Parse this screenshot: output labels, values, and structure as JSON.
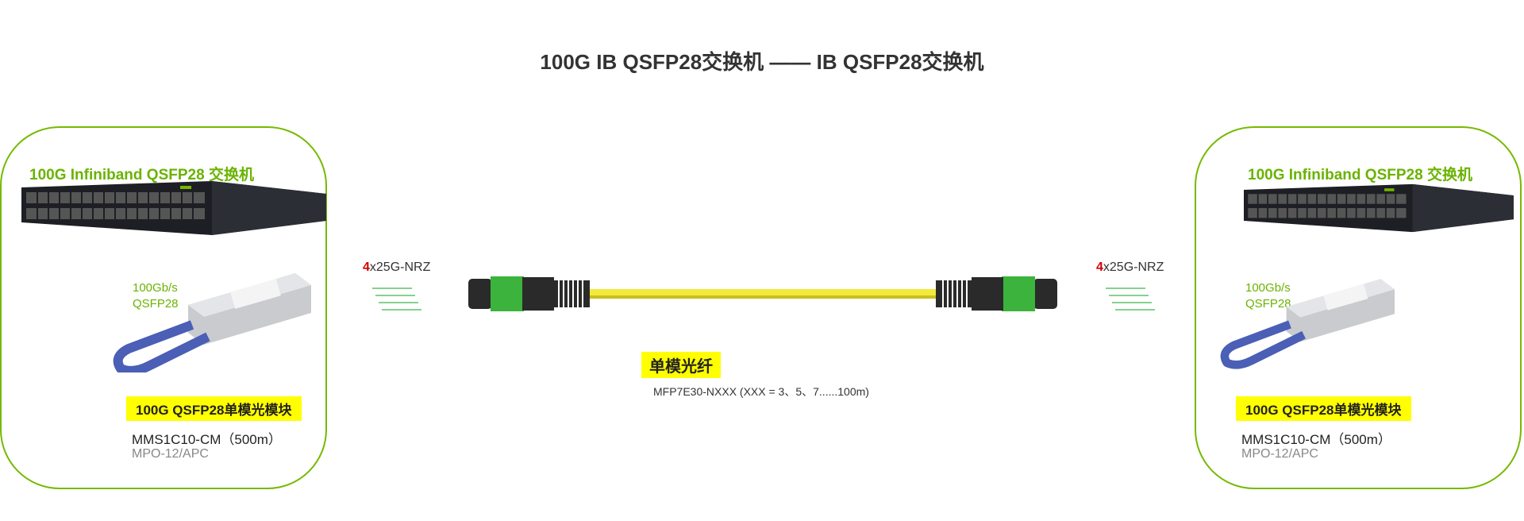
{
  "title": "100G IB QSFP28交换机 —— IB QSFP28交换机",
  "left": {
    "switch_title": "100G Infiniband QSFP28 交换机",
    "module_label_1": "100Gb/s",
    "module_label_2": "QSFP28",
    "module_title": "100G QSFP28单模光模块",
    "part_number": "MMS1C10-CM（500m）",
    "connector": "MPO-12/APC"
  },
  "right": {
    "switch_title": "100G Infiniband QSFP28 交换机",
    "module_label_1": "100Gb/s",
    "module_label_2": "QSFP28",
    "module_title": "100G QSFP28单模光模块",
    "part_number": "MMS1C10-CM（500m）",
    "connector": "MPO-12/APC"
  },
  "link": {
    "lanes": "4",
    "signal": "x25G-NRZ"
  },
  "fiber": {
    "label": "单模光纤",
    "part_number": "MFP7E30-NXXX (XXX = 3、5、7......100m)"
  },
  "colors": {
    "accent_green": "#76b900",
    "highlight": "#ffff00",
    "fiber_yellow": "#f2ea3a",
    "lane_red": "#d40000"
  }
}
